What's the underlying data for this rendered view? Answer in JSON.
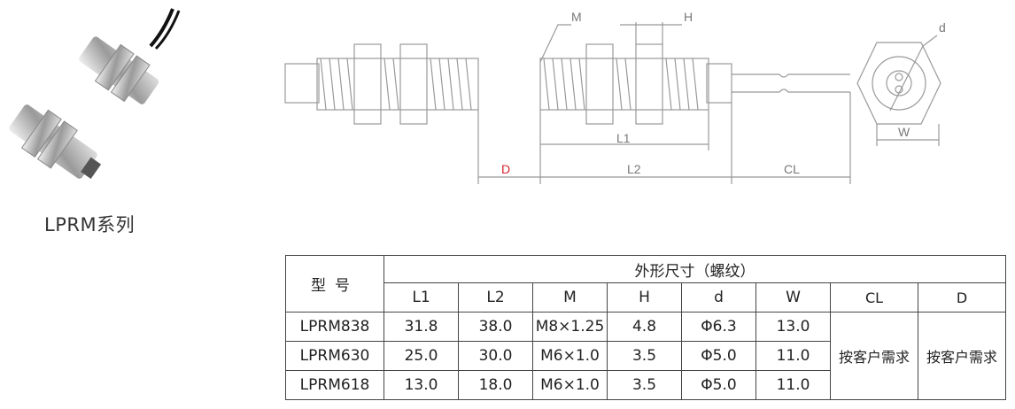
{
  "series_title": "LPRM系列",
  "drawing_labels": {
    "m": "M",
    "h": "H",
    "d_small": "d",
    "l1": "L1",
    "l2": "L2",
    "cl": "CL",
    "d_cap": "D",
    "w": "W"
  },
  "table": {
    "model_header": "型号",
    "group_header": "外形尺寸（螺纹）",
    "columns": [
      "L1",
      "L2",
      "M",
      "H",
      "d",
      "W",
      "CL",
      "D"
    ],
    "rows": [
      {
        "model": "LPRM838",
        "l1": "31.8",
        "l2": "38.0",
        "m": "M8×1.25",
        "h": "4.8",
        "d": "Φ6.3",
        "w": "13.0"
      },
      {
        "model": "LPRM630",
        "l1": "25.0",
        "l2": "30.0",
        "m": "M6×1.0",
        "h": "3.5",
        "d": "Φ5.0",
        "w": "11.0"
      },
      {
        "model": "LPRM618",
        "l1": "13.0",
        "l2": "18.0",
        "m": "M6×1.0",
        "h": "3.5",
        "d": "Φ5.0",
        "w": "11.0"
      }
    ],
    "cl_value": "按客户需求",
    "d_value": "按客户需求"
  },
  "colors": {
    "accent_red": "#d9232d",
    "line_gray": "#999999"
  }
}
